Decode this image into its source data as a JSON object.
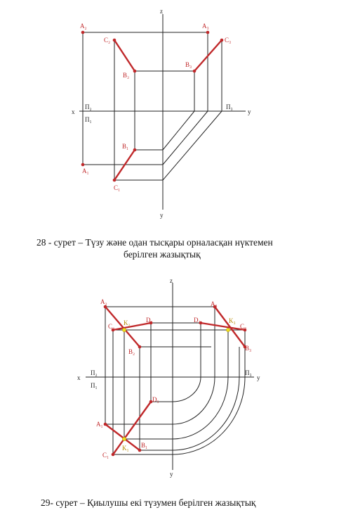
{
  "figure28": {
    "labels": {
      "z": "z",
      "y": "y",
      "x": "x",
      "y_bottom": "y",
      "pi2": "П₂",
      "pi1": "П₁",
      "pi3": "П₃",
      "A2": "A₂",
      "A3": "A₃",
      "C2": "C₂",
      "C3": "C₃",
      "B2": "B₂",
      "B3": "B₃",
      "B1": "B₁",
      "A1": "A₁",
      "C1": "C₁"
    },
    "caption_line1": "28 - сурет – Түзу және одан тысқары орналасқан нүктемен",
    "caption_line2": "берілген жазықтық"
  },
  "figure29": {
    "labels": {
      "z": "z",
      "y": "y",
      "x": "x",
      "y_bottom": "y",
      "pi2": "П₂",
      "pi1": "П₁",
      "pi3": "П₃",
      "A2": "A₂",
      "A3": "A₃",
      "C2": "C₂",
      "K2": "K₂",
      "D2": "D₂",
      "D3": "D₃",
      "K3": "K₃",
      "C3": "C₃",
      "B2": "B₂",
      "B3": "B₃",
      "D1": "D₁",
      "A1": "A₁",
      "K1": "K₁",
      "B1": "B₁",
      "C1": "C₁"
    },
    "caption": "29- сурет – Қиылушы екі түзумен берілген жазықтық"
  },
  "colors": {
    "red": "#c0282a",
    "line": "#222222",
    "yellow": "#f0e020"
  }
}
